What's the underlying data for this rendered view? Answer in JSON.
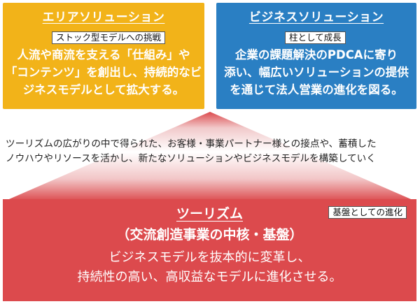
{
  "area": {
    "title": "エリアソリューション",
    "tag": "ストック型モデルへの挑戦",
    "body": [
      "人流や商流を支える「仕組み」や",
      "「コンテンツ」を創出し、持続的なビ",
      "ジネスモデルとして拡大する。"
    ],
    "color": "#f2b319"
  },
  "business": {
    "title": "ビジネスソリューション",
    "tag": "柱として成長",
    "body": [
      "企業の課題解決のPDCAに寄り",
      "添い、幅広いソリューションの提供",
      "を通じて法人営業の進化を図る。"
    ],
    "color": "#2a7fc3"
  },
  "middle": {
    "lines": [
      "ツーリズムの広がりの中で得られた、お客様・事業パートナー様との接点や、蓄積した",
      "ノウハウやリソースを活かし、新たなソリューションやビジネスモデルを構築していく"
    ]
  },
  "tourism": {
    "title": "ツーリズム",
    "subtitle": "（交流創造事業の中核・基盤）",
    "tag": "基盤としての進化",
    "body": [
      "ビジネスモデルを抜本的に変革し、",
      "持続性の高い、高収益なモデルに進化させる。"
    ],
    "color": "#dc4a4d"
  }
}
